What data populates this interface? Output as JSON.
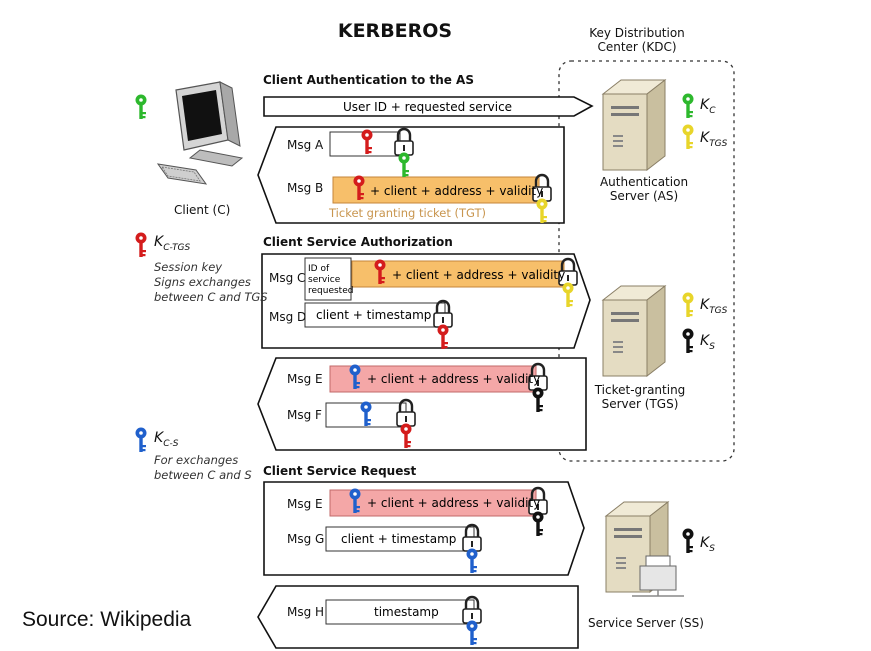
{
  "title": "KERBEROS",
  "kdc": {
    "label_line1": "Key Distribution",
    "label_line2": "Center (KDC)"
  },
  "client": {
    "label": "Client (C)"
  },
  "sections": {
    "auth": "Client Authentication to the AS",
    "authz": "Client Service Authorization",
    "request": "Client Service Request"
  },
  "request_arrow": {
    "text": "User ID + requested service"
  },
  "messages": {
    "a": "Msg A",
    "b": "Msg B",
    "c": "Msg C",
    "d": "Msg D",
    "e1": "Msg E",
    "f": "Msg F",
    "e2": "Msg E",
    "g": "Msg G",
    "h": "Msg H"
  },
  "ticket_text": "+ client + address + validity",
  "tgt_label": "Ticket granting ticket (TGT)",
  "id_box": {
    "line1": "ID of",
    "line2": "service",
    "line3": "requested"
  },
  "client_timestamp": "client + timestamp",
  "timestamp": "timestamp",
  "keys": {
    "kc": {
      "main": "K",
      "sub": "C"
    },
    "ktgs": {
      "main": "K",
      "sub": "TGS"
    },
    "ks": {
      "main": "K",
      "sub": "S"
    },
    "kctgs": {
      "main": "K",
      "sub": "C-TGS"
    },
    "kcs": {
      "main": "K",
      "sub": "C-S"
    }
  },
  "kctgs_note": {
    "line1": "Session key",
    "line2": "Signs exchanges",
    "line3": "between C and TGS"
  },
  "kcs_note": {
    "line1": "For exchanges",
    "line2": "between C and S"
  },
  "servers": {
    "as": {
      "line1": "Authentication",
      "line2": "Server (AS)"
    },
    "tgs": {
      "line1": "Ticket-granting",
      "line2": "Server (TGS)"
    },
    "ss": {
      "label": "Service Server (SS)"
    }
  },
  "source": "Source: Wikipedia",
  "colors": {
    "green_key": "#2db82d",
    "red_key": "#d41c1c",
    "yellow_key": "#e8d52a",
    "blue_key": "#2060cc",
    "black_key": "#111111",
    "tgt_fill": "#f7bf6a",
    "session_fill": "#f4a7a7",
    "tgt_text": "#c8954e",
    "server_body": "#e4dcc2"
  }
}
